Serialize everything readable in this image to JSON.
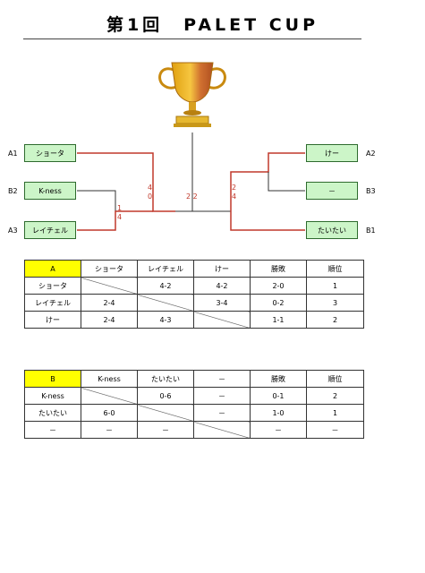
{
  "title": "第1回　PALET CUP",
  "bracket": {
    "left": [
      {
        "seed": "A1",
        "name": "ショータ"
      },
      {
        "seed": "B2",
        "name": "K-ness"
      },
      {
        "seed": "A3",
        "name": "レイチェル"
      }
    ],
    "right": [
      {
        "seed": "A2",
        "name": "けー"
      },
      {
        "seed": "B3",
        "name": "－"
      },
      {
        "seed": "B1",
        "name": "たいたい"
      }
    ],
    "scores": {
      "left_semi_top": "1",
      "left_semi_bottom": "4",
      "left_final_top": "4",
      "left_final_bottom": "0",
      "right_final_top": "2",
      "right_final_bottom": "4",
      "final": "2 2"
    }
  },
  "league_a": {
    "headers": [
      "A",
      "ショータ",
      "レイチェル",
      "けー",
      "勝敗",
      "順位"
    ],
    "rows": [
      [
        "ショータ",
        "",
        "4-2",
        "4-2",
        "2-0",
        "1"
      ],
      [
        "レイチェル",
        "2-4",
        "",
        "3-4",
        "0-2",
        "3"
      ],
      [
        "けー",
        "2-4",
        "4-3",
        "",
        "1-1",
        "2"
      ]
    ]
  },
  "league_b": {
    "headers": [
      "B",
      "K-ness",
      "たいたい",
      "－",
      "勝敗",
      "順位"
    ],
    "rows": [
      [
        "K-ness",
        "",
        "0-6",
        "－",
        "0-1",
        "2"
      ],
      [
        "たいたい",
        "6-0",
        "",
        "－",
        "1-0",
        "1"
      ],
      [
        "－",
        "－",
        "－",
        "",
        "－",
        "－"
      ]
    ]
  },
  "colors": {
    "player_fill": "#ccf5c8",
    "winner_line": "#c0392b",
    "header_key": "#ffff00"
  }
}
